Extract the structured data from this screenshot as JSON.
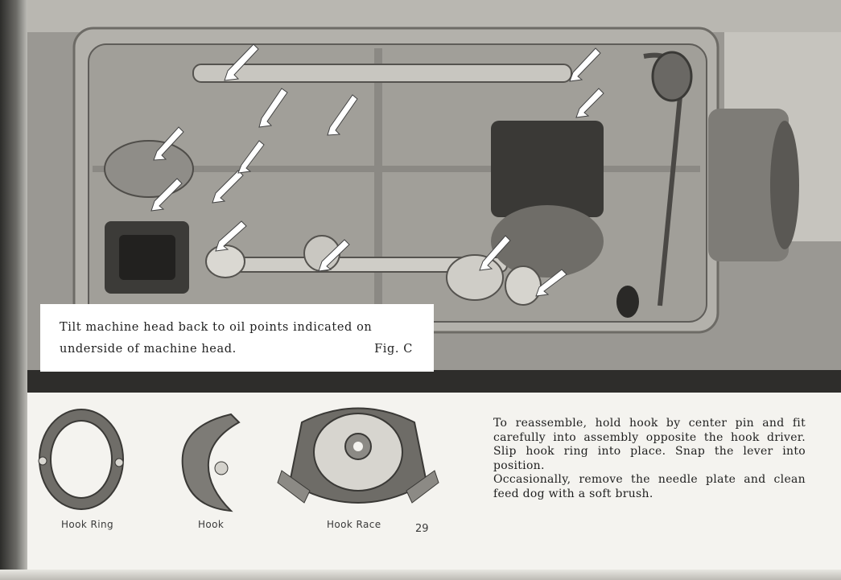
{
  "caption": {
    "line1": "Tilt machine head back to oil points indicated on",
    "line2": "underside of machine head.",
    "figure_label": "Fig. C"
  },
  "parts": {
    "hook_ring_label": "Hook Ring",
    "hook_label": "Hook",
    "hook_race_label": "Hook Race"
  },
  "page_number": "29",
  "instructions": {
    "paragraph1": "To reassemble, hold hook by center pin and fit carefully into assembly opposite the hook driver. Slip hook ring into place. Snap the lever into position.",
    "paragraph2": "Occasionally, remove the needle plate and clean feed dog with a soft brush."
  }
}
